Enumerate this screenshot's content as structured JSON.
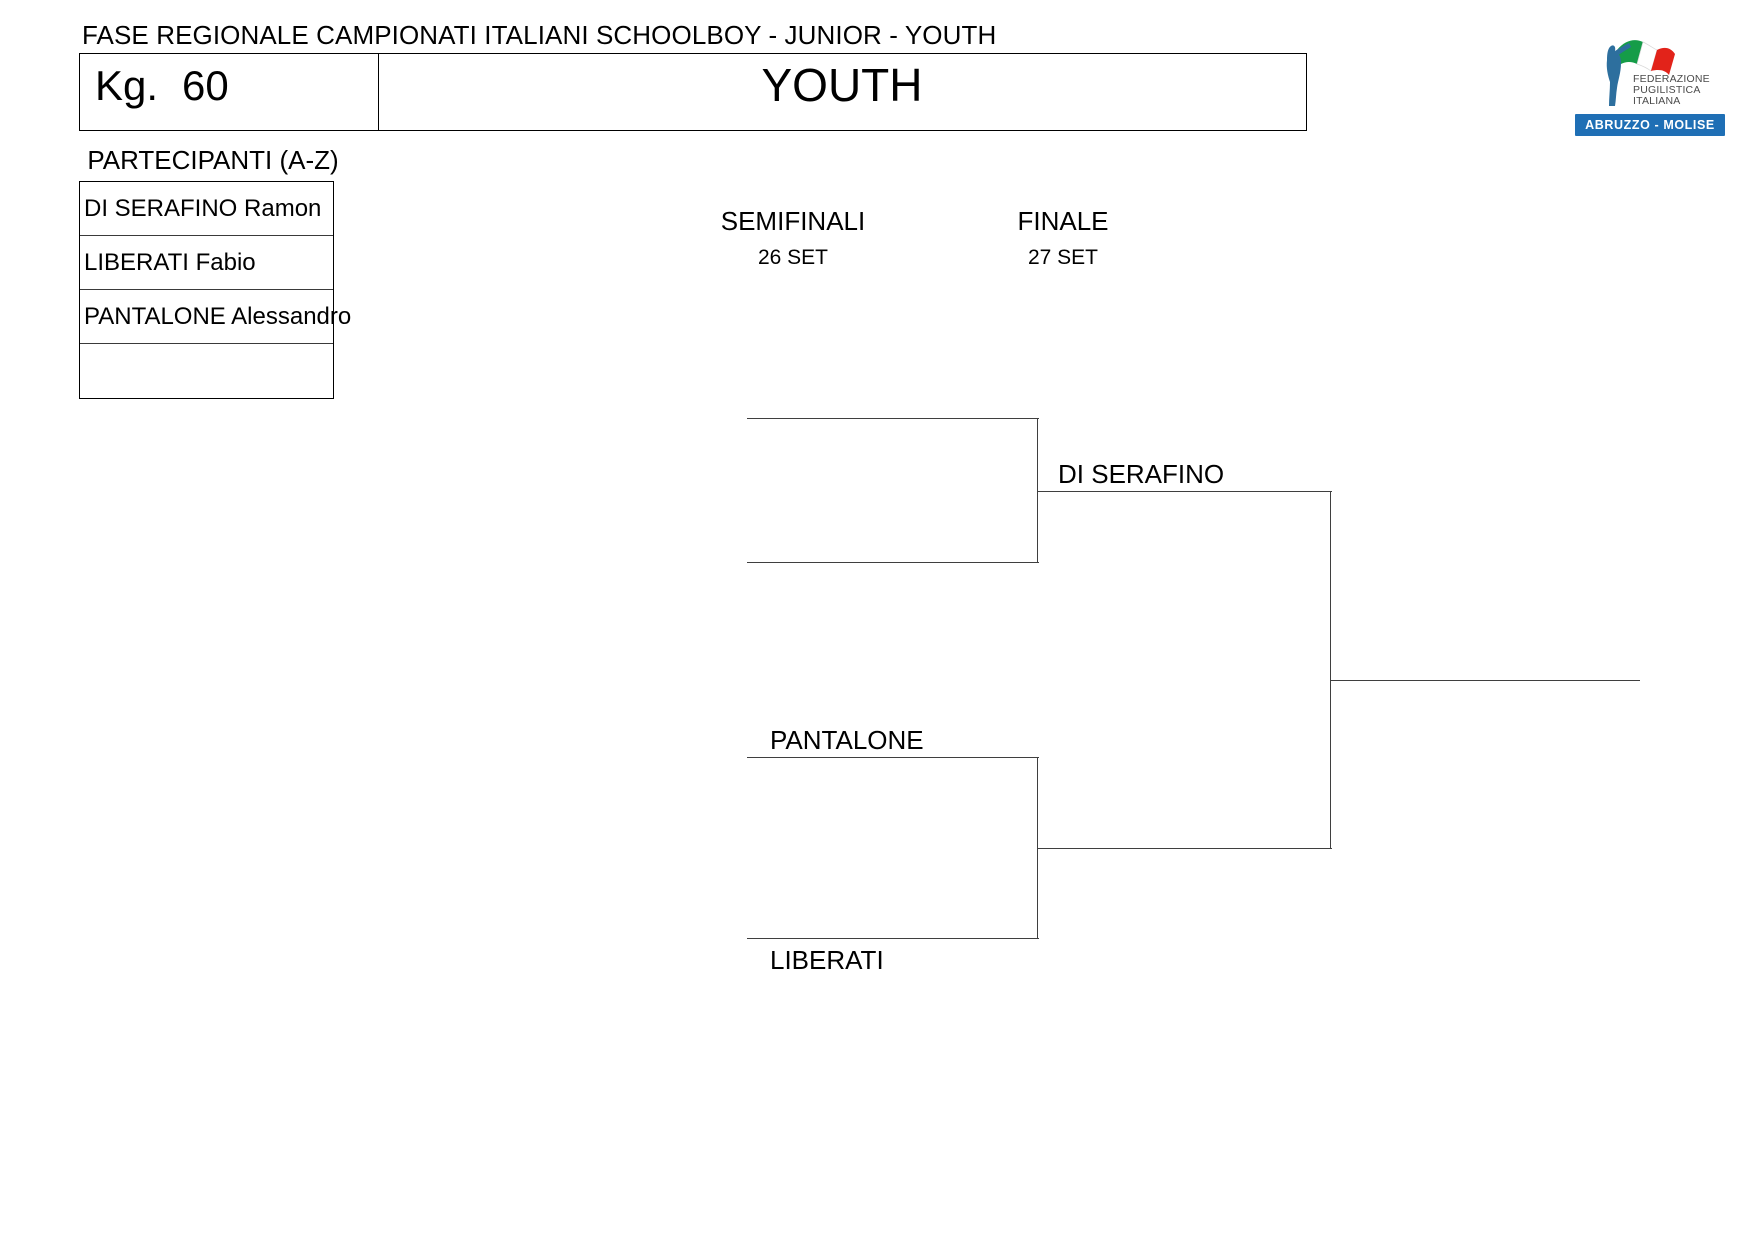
{
  "header": {
    "document_title": "FASE REGIONALE CAMPIONATI ITALIANI SCHOOLBOY - JUNIOR - YOUTH",
    "weight_label": "Kg.",
    "weight_value": "60",
    "category": "YOUTH"
  },
  "logo": {
    "federation_line_1": "FEDERAZIONE",
    "federation_line_2": "PUGILISTICA",
    "federation_line_3": "ITALIANA",
    "region_banner": "ABRUZZO - MOLISE",
    "banner_color": "#1f6fb5",
    "flag_green": "#159c48",
    "flag_white": "#ffffff",
    "flag_red": "#e2231a",
    "figure_color": "#2d6f9e"
  },
  "participants": {
    "title": "PARTECIPANTI (A-Z)",
    "rows": [
      {
        "name": "DI SERAFINO Ramon"
      },
      {
        "name": "LIBERATI Fabio"
      },
      {
        "name": "PANTALONE Alessandro"
      },
      {
        "name": ""
      }
    ]
  },
  "rounds": [
    {
      "name": "SEMIFINALI",
      "date": "26 SET"
    },
    {
      "name": "FINALE",
      "date": "27 SET"
    }
  ],
  "bracket": {
    "semifinal_1": {
      "competitor_top": "",
      "competitor_bottom": "",
      "winner": "DI SERAFINO"
    },
    "semifinal_2": {
      "competitor_top": "PANTALONE",
      "competitor_bottom": "LIBERATI",
      "winner": ""
    },
    "final": {
      "competitor_top": "DI SERAFINO",
      "competitor_bottom": "",
      "winner": ""
    },
    "line_color": "#3f3f3f"
  }
}
